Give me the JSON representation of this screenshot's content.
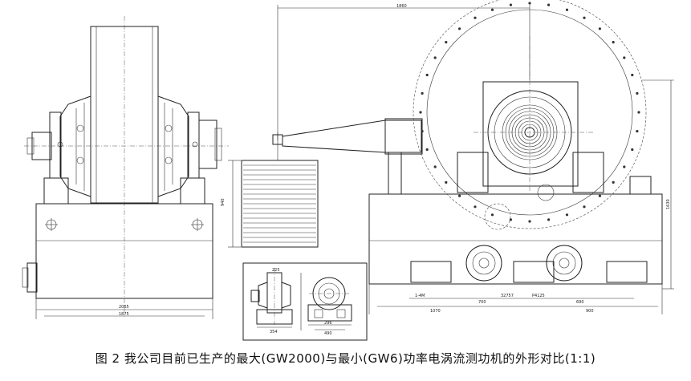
{
  "caption": "图 2   我公司目前已生产的最大(GW2000)与最小(GW6)功率电涡流测功机的外形对比(1:1)",
  "dimensions": {
    "top_span": "1860",
    "left_width_a": "2065",
    "left_width_b": "1875",
    "weight_height": "940",
    "right_height": "1630",
    "base_1070": "1070",
    "base_700": "700",
    "base_32757": "32757",
    "base_p4125": "P4125",
    "base_690": "690",
    "base_900": "900",
    "base_label_small": "1-4M",
    "small_a": "225",
    "small_b": "354",
    "small_c": "296",
    "small_d": "490"
  }
}
